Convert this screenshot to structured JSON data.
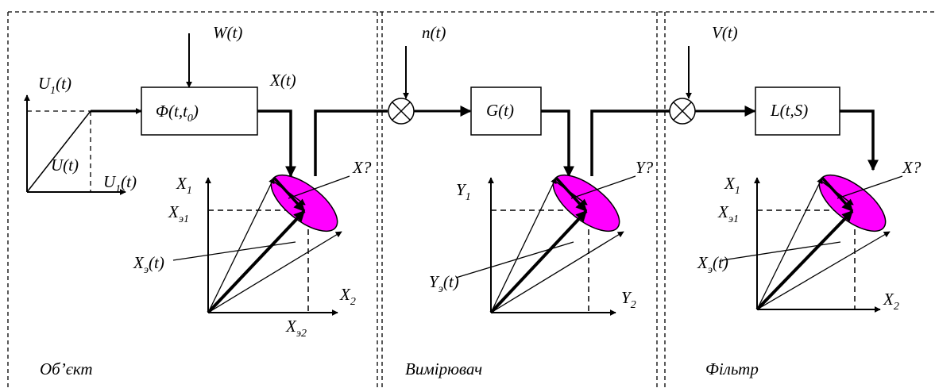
{
  "sections": {
    "object": "Об’єкт",
    "meter": "Вимірювач",
    "filter": "Фільтр"
  },
  "inputs": {
    "u1_main": "U",
    "u1_sub": "1",
    "u1_tail": "(t)",
    "u_vec": "U(t)",
    "u1_axis_main": "U",
    "u1_axis_sub": "1",
    "u1_axis_tail": "(t)",
    "w": "W(t)",
    "n": "n(t)",
    "v": "V(t)"
  },
  "blocks": {
    "phi_main": "Φ(t,t",
    "phi_sub": "0",
    "phi_tail": ")",
    "g": "G(t)",
    "l": "L(t,S)"
  },
  "signals": {
    "x": "X(t)"
  },
  "plot1": {
    "y_main": "X",
    "y_sub": "1",
    "y_e_main": "X",
    "y_e_sub": "э1",
    "est_main": "X",
    "est_sub": "э",
    "est_tail": "(t)",
    "x_main": "X",
    "x_sub": "2",
    "x_e_main": "X",
    "x_e_sub": "э2",
    "q": "X?"
  },
  "plot2": {
    "y_main": "Y",
    "y_sub": "1",
    "est_main": "Y",
    "est_sub": "э",
    "est_tail": "(t)",
    "x_main": "Y",
    "x_sub": "2",
    "q": "Y?"
  },
  "plot3": {
    "y_main": "X",
    "y_sub": "1",
    "y_e_main": "X",
    "y_e_sub": "э1",
    "est_main": "X",
    "est_sub": "э",
    "est_tail": "(t)",
    "x_main": "X",
    "x_sub": "2",
    "q": "X?"
  },
  "colors": {
    "ellipse": "#ff00ff",
    "line": "#000000"
  }
}
